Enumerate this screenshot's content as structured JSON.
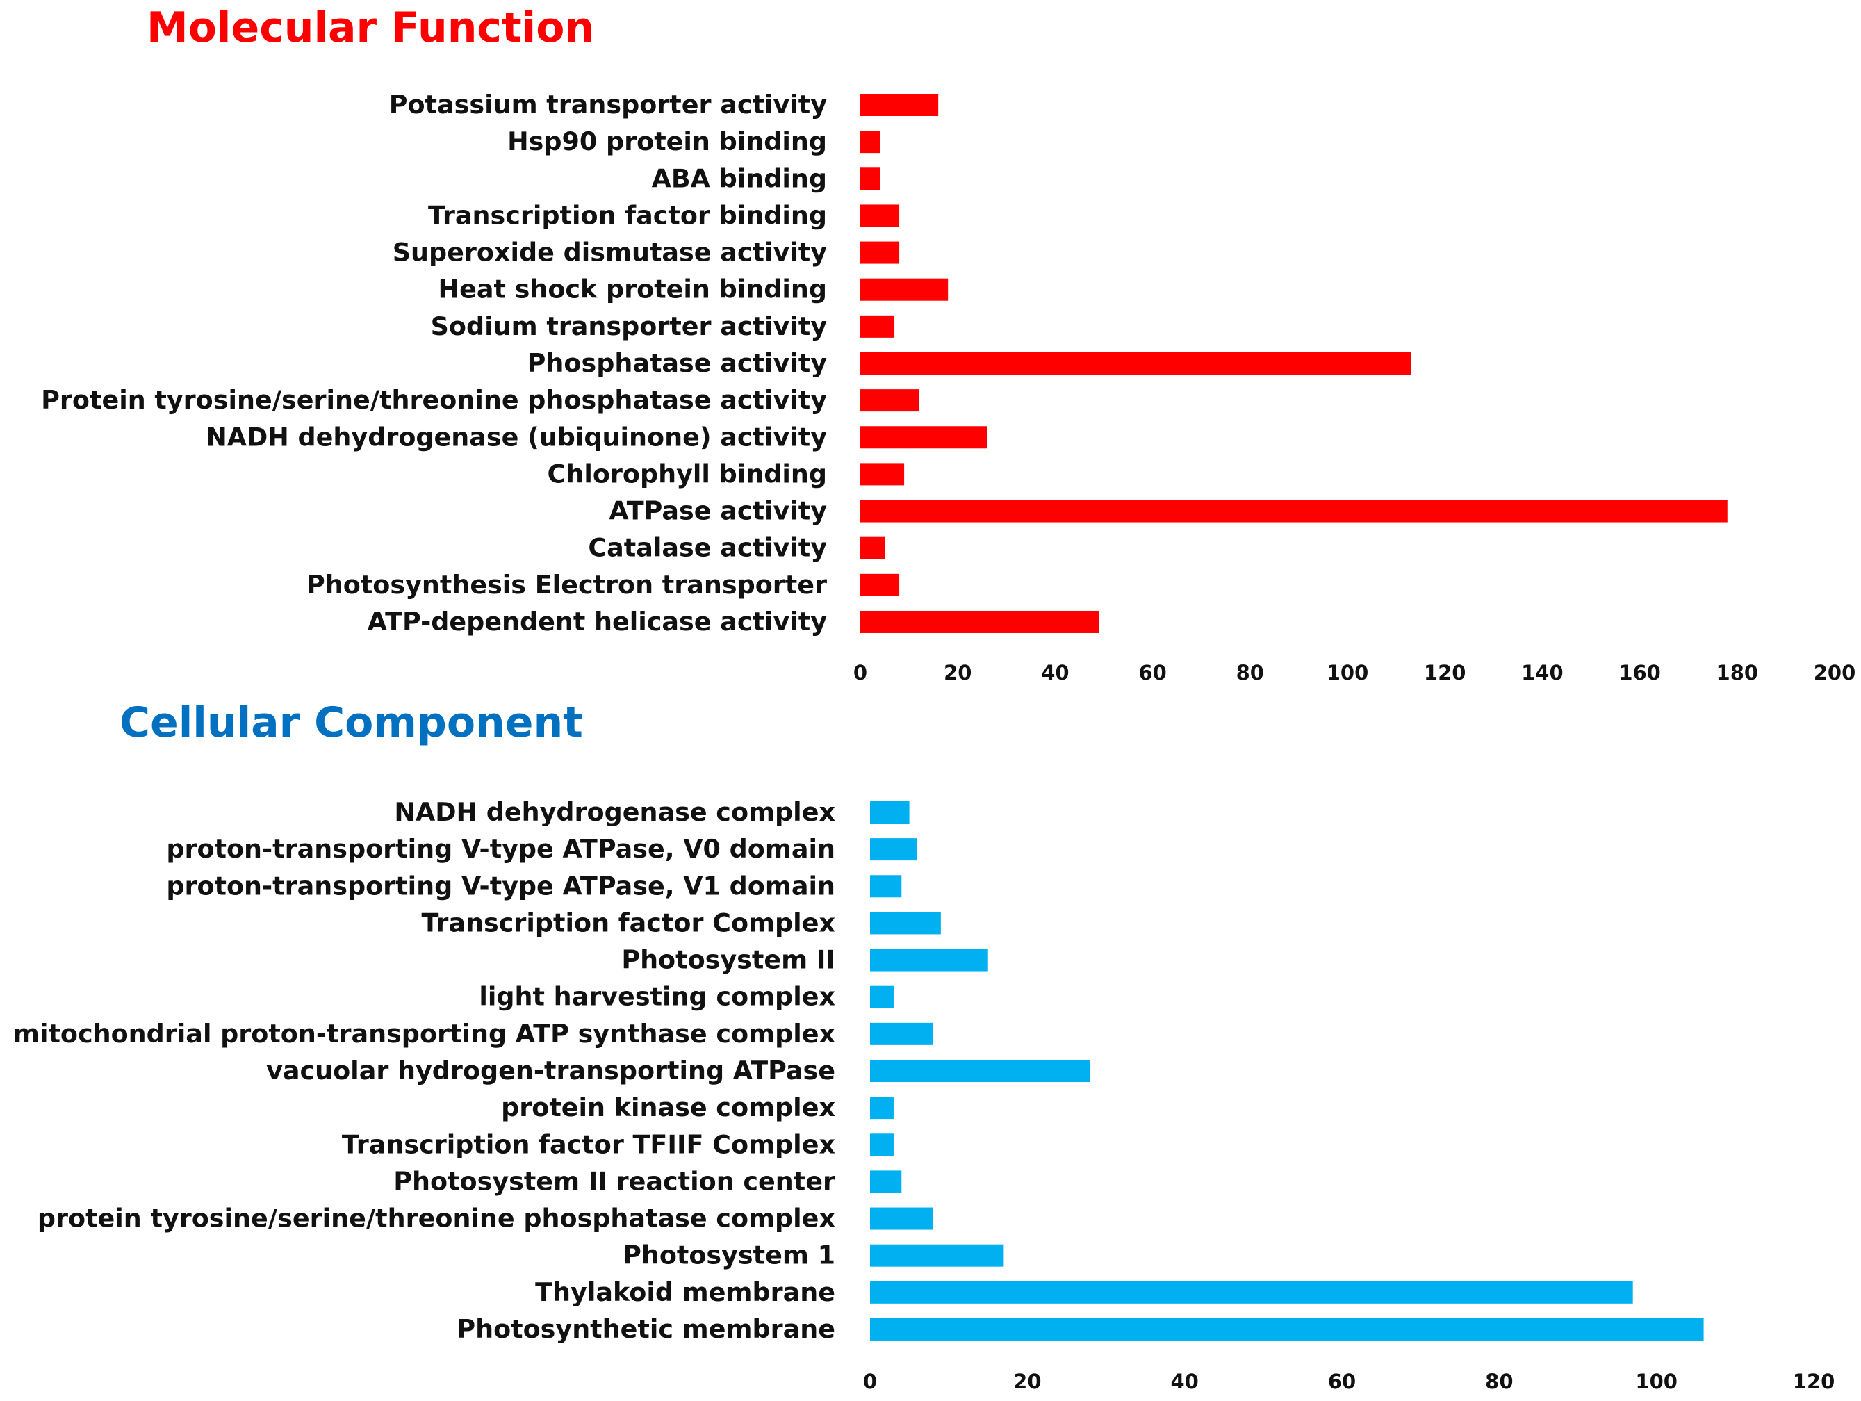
{
  "chart_data": [
    {
      "type": "bar",
      "orientation": "horizontal",
      "title": "Molecular Function",
      "color": "#ff0000",
      "categories": [
        "Potassium transporter activity",
        "Hsp90 protein binding",
        "ABA binding",
        "Transcription factor binding",
        "Superoxide dismutase activity",
        "Heat shock protein binding",
        "Sodium transporter activity",
        "Phosphatase activity",
        "Protein tyrosine/serine/threonine phosphatase activity",
        "NADH dehydrogenase (ubiquinone) activity",
        "Chlorophyll binding",
        "ATPase activity",
        "Catalase activity",
        "Photosynthesis Electron transporter",
        "ATP-dependent helicase activity"
      ],
      "values": [
        16,
        4,
        4,
        8,
        8,
        18,
        7,
        113,
        12,
        26,
        9,
        178,
        5,
        8,
        49
      ],
      "xlim": [
        0,
        200
      ],
      "xticks": [
        "0",
        "20",
        "40",
        "60",
        "80",
        "100",
        "120",
        "140",
        "160",
        "180",
        "200"
      ],
      "grid": false,
      "legend": "none"
    },
    {
      "type": "bar",
      "orientation": "horizontal",
      "title": "Cellular Component",
      "color": "#00b0f0",
      "categories": [
        "NADH dehydrogenase complex",
        "proton-transporting V-type ATPase, V0 domain",
        "proton-transporting V-type ATPase, V1 domain",
        "Transcription factor Complex",
        "Photosystem II",
        "light harvesting complex",
        "mitochondrial proton-transporting ATP synthase complex",
        "vacuolar hydrogen-transporting ATPase",
        "protein kinase complex",
        "Transcription factor TFIIF Complex",
        "Photosystem II reaction center",
        "protein tyrosine/serine/threonine phosphatase complex",
        "Photosystem 1",
        "Thylakoid membrane",
        "Photosynthetic membrane"
      ],
      "values": [
        5,
        6,
        4,
        9,
        15,
        3,
        8,
        28,
        3,
        3,
        4,
        8,
        17,
        97,
        106
      ],
      "xlim": [
        0,
        120
      ],
      "xticks": [
        "0",
        "20",
        "40",
        "60",
        "80",
        "100",
        "120"
      ],
      "grid": false,
      "legend": "none"
    }
  ]
}
